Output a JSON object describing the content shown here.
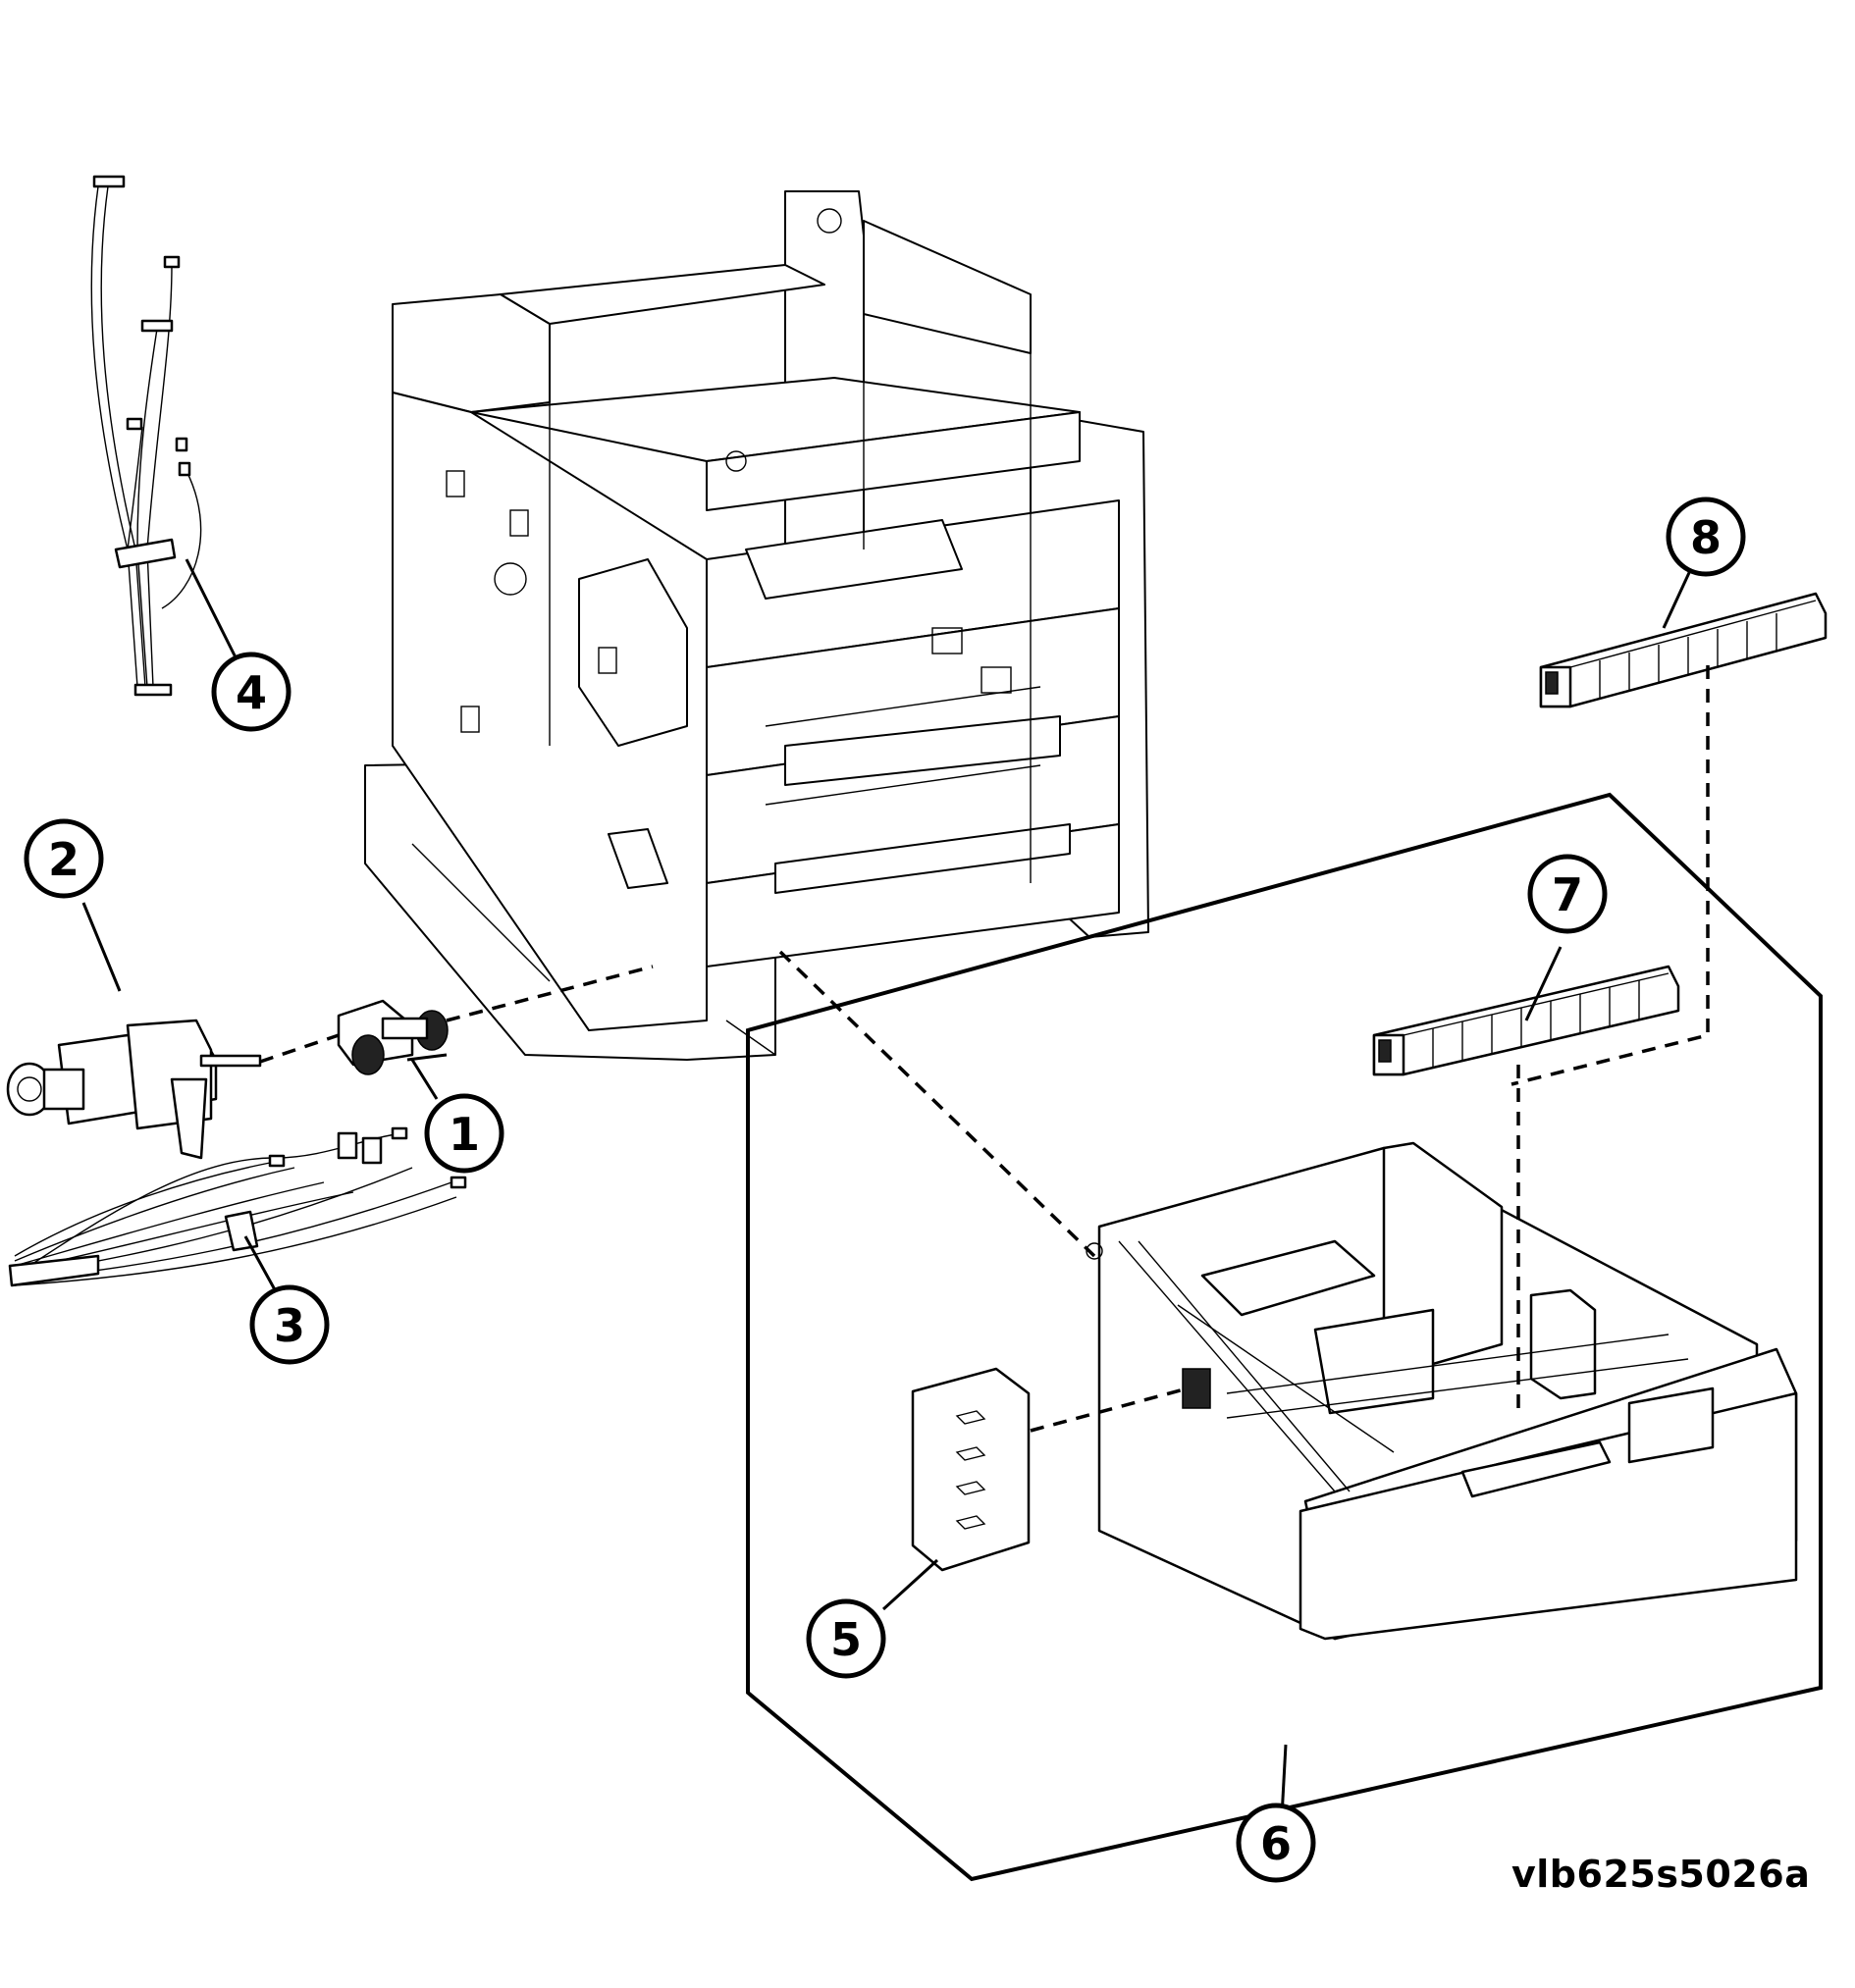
{
  "figure_id": "vlb625s5026a",
  "callouts": [
    "1",
    "2",
    "3",
    "4",
    "5",
    "6",
    "7",
    "8"
  ]
}
